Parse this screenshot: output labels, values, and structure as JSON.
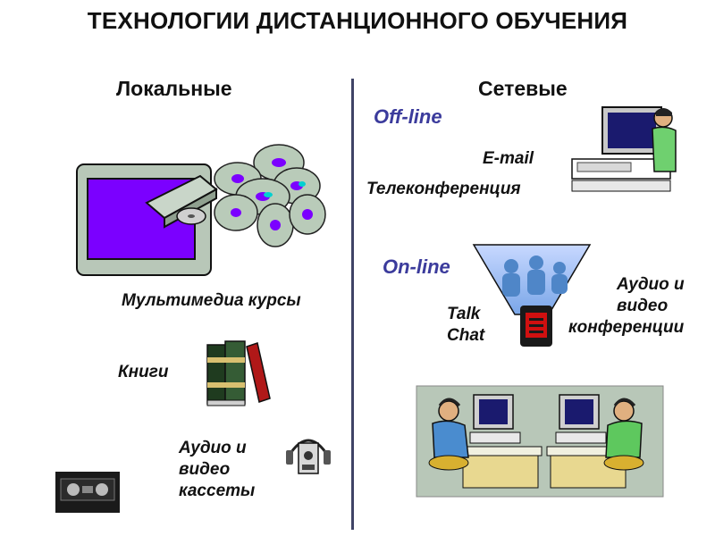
{
  "title": "ТЕХНОЛОГИИ ДИСТАНЦИОННОГО ОБУЧЕНИЯ",
  "columns": {
    "local": {
      "heading": "Локальные",
      "items": {
        "multimedia": "Мультимедиа курсы",
        "books": "Книги",
        "av_line1": "Аудио и",
        "av_line2": "видео",
        "av_line3": "кассеты"
      }
    },
    "network": {
      "heading": "Сетевые",
      "offline": {
        "label": "Off-line",
        "email": "E-mail",
        "teleconf": "Телеконференция"
      },
      "online": {
        "label": "On-line",
        "talk": "Talk",
        "chat": "Chat",
        "av_line1": "Аудио и",
        "av_line2": "видео",
        "av_line3": "конференции"
      }
    }
  },
  "colors": {
    "screen_purple": "#7b00ff",
    "device_gray": "#b8c7b8",
    "online_blue": "#3b3b9c",
    "divider": "#3f4366"
  },
  "icons": [
    "monitor-cd-icon",
    "cd-stack-icon",
    "books-icon",
    "cassette-player-icon",
    "video-cassette-icon",
    "computer-user-icon",
    "videoconference-icon",
    "headset-workstations-icon"
  ]
}
